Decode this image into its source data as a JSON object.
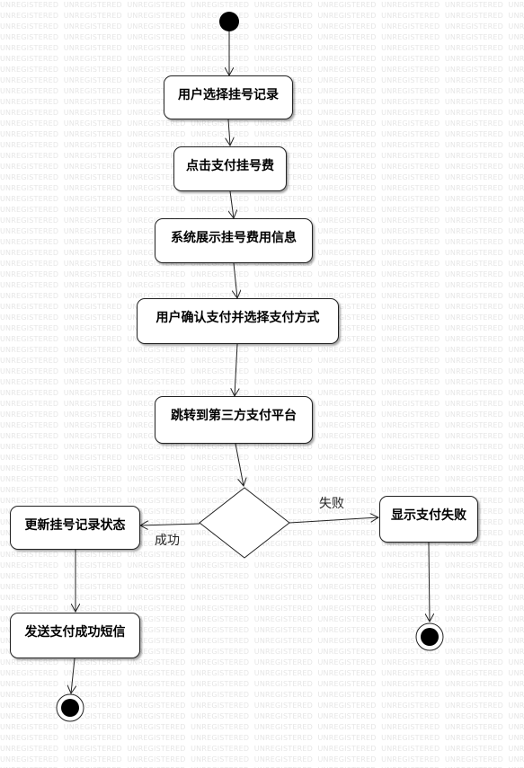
{
  "watermark": {
    "text": "UNREGISTERED"
  },
  "nodes": {
    "select_record": "用户选择挂号记录",
    "click_pay": "点击支付挂号费",
    "show_fee": "系统展示挂号费用信息",
    "confirm_pay": "用户确认支付并选择支付方式",
    "redirect": "跳转到第三方支付平台",
    "update_status": "更新挂号记录状态",
    "show_fail": "显示支付失败",
    "send_sms": "发送支付成功短信"
  },
  "edges": {
    "fail_label": "失败",
    "success_label": "成功"
  },
  "colors": {
    "line": "#222222",
    "watermark": "#e6e6e6",
    "background": "#ffffff"
  }
}
